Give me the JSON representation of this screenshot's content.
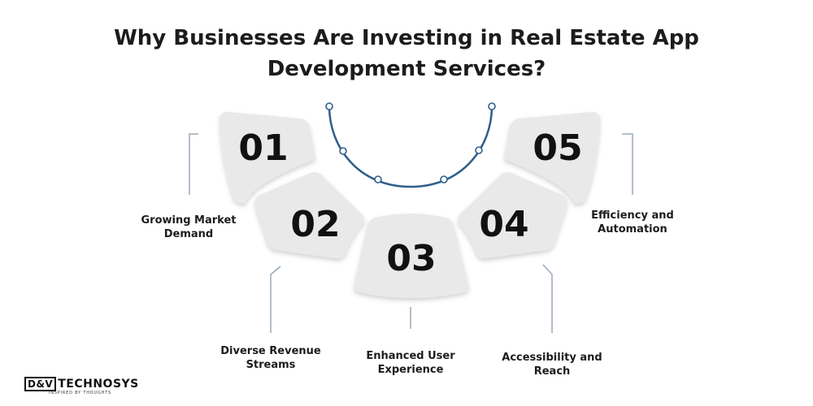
{
  "title": {
    "line1": "Why Businesses Are Investing in Real Estate App",
    "line2": "Development Services?"
  },
  "steps": [
    {
      "number": "01",
      "label_line1": "Growing Market",
      "label_line2": "Demand"
    },
    {
      "number": "02",
      "label_line1": "Diverse Revenue",
      "label_line2": "Streams"
    },
    {
      "number": "03",
      "label_line1": "Enhanced User",
      "label_line2": "Experience"
    },
    {
      "number": "04",
      "label_line1": "Accessibility and",
      "label_line2": "Reach"
    },
    {
      "number": "05",
      "label_line1": "Efficiency and",
      "label_line2": "Automation"
    }
  ],
  "logo": {
    "mark": "D&V",
    "name": "TECHNOSYS",
    "tagline": "INSPIRED BY THOUGHTS"
  },
  "colors": {
    "arc": "#2f5f8a",
    "card_fill": "#e9e9e9",
    "card_shadow": "#c9c9c9",
    "connector": "#9aa9b8",
    "text": "#1c1c1c"
  }
}
